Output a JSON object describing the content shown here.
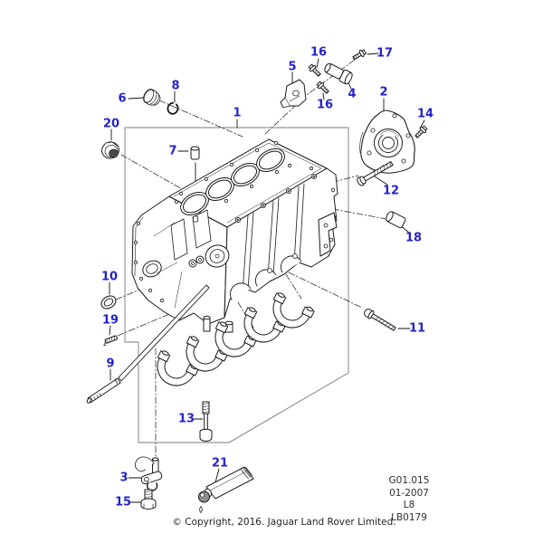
{
  "colors": {
    "callout_blue": "#2323cb",
    "line_dark": "#1a1a1a"
  },
  "diagram": {
    "callouts": [
      {
        "id": "1",
        "label": "1"
      },
      {
        "id": "2",
        "label": "2"
      },
      {
        "id": "3",
        "label": "3"
      },
      {
        "id": "4",
        "label": "4"
      },
      {
        "id": "5",
        "label": "5"
      },
      {
        "id": "6",
        "label": "6"
      },
      {
        "id": "7",
        "label": "7"
      },
      {
        "id": "8",
        "label": "8"
      },
      {
        "id": "9",
        "label": "9"
      },
      {
        "id": "10",
        "label": "10"
      },
      {
        "id": "11",
        "label": "11"
      },
      {
        "id": "12",
        "label": "12"
      },
      {
        "id": "13",
        "label": "13"
      },
      {
        "id": "14",
        "label": "14"
      },
      {
        "id": "15",
        "label": "15"
      },
      {
        "id": "16a",
        "label": "16"
      },
      {
        "id": "16b",
        "label": "16"
      },
      {
        "id": "17",
        "label": "17"
      },
      {
        "id": "18",
        "label": "18"
      },
      {
        "id": "19",
        "label": "19"
      },
      {
        "id": "20",
        "label": "20"
      },
      {
        "id": "21",
        "label": "21"
      }
    ]
  },
  "ref_block": {
    "lines": [
      "G01.015",
      "01-2007",
      "L8",
      "LB0179"
    ]
  },
  "footer": {
    "copyright": "© Copyright, 2016. Jaguar Land Rover Limited."
  }
}
